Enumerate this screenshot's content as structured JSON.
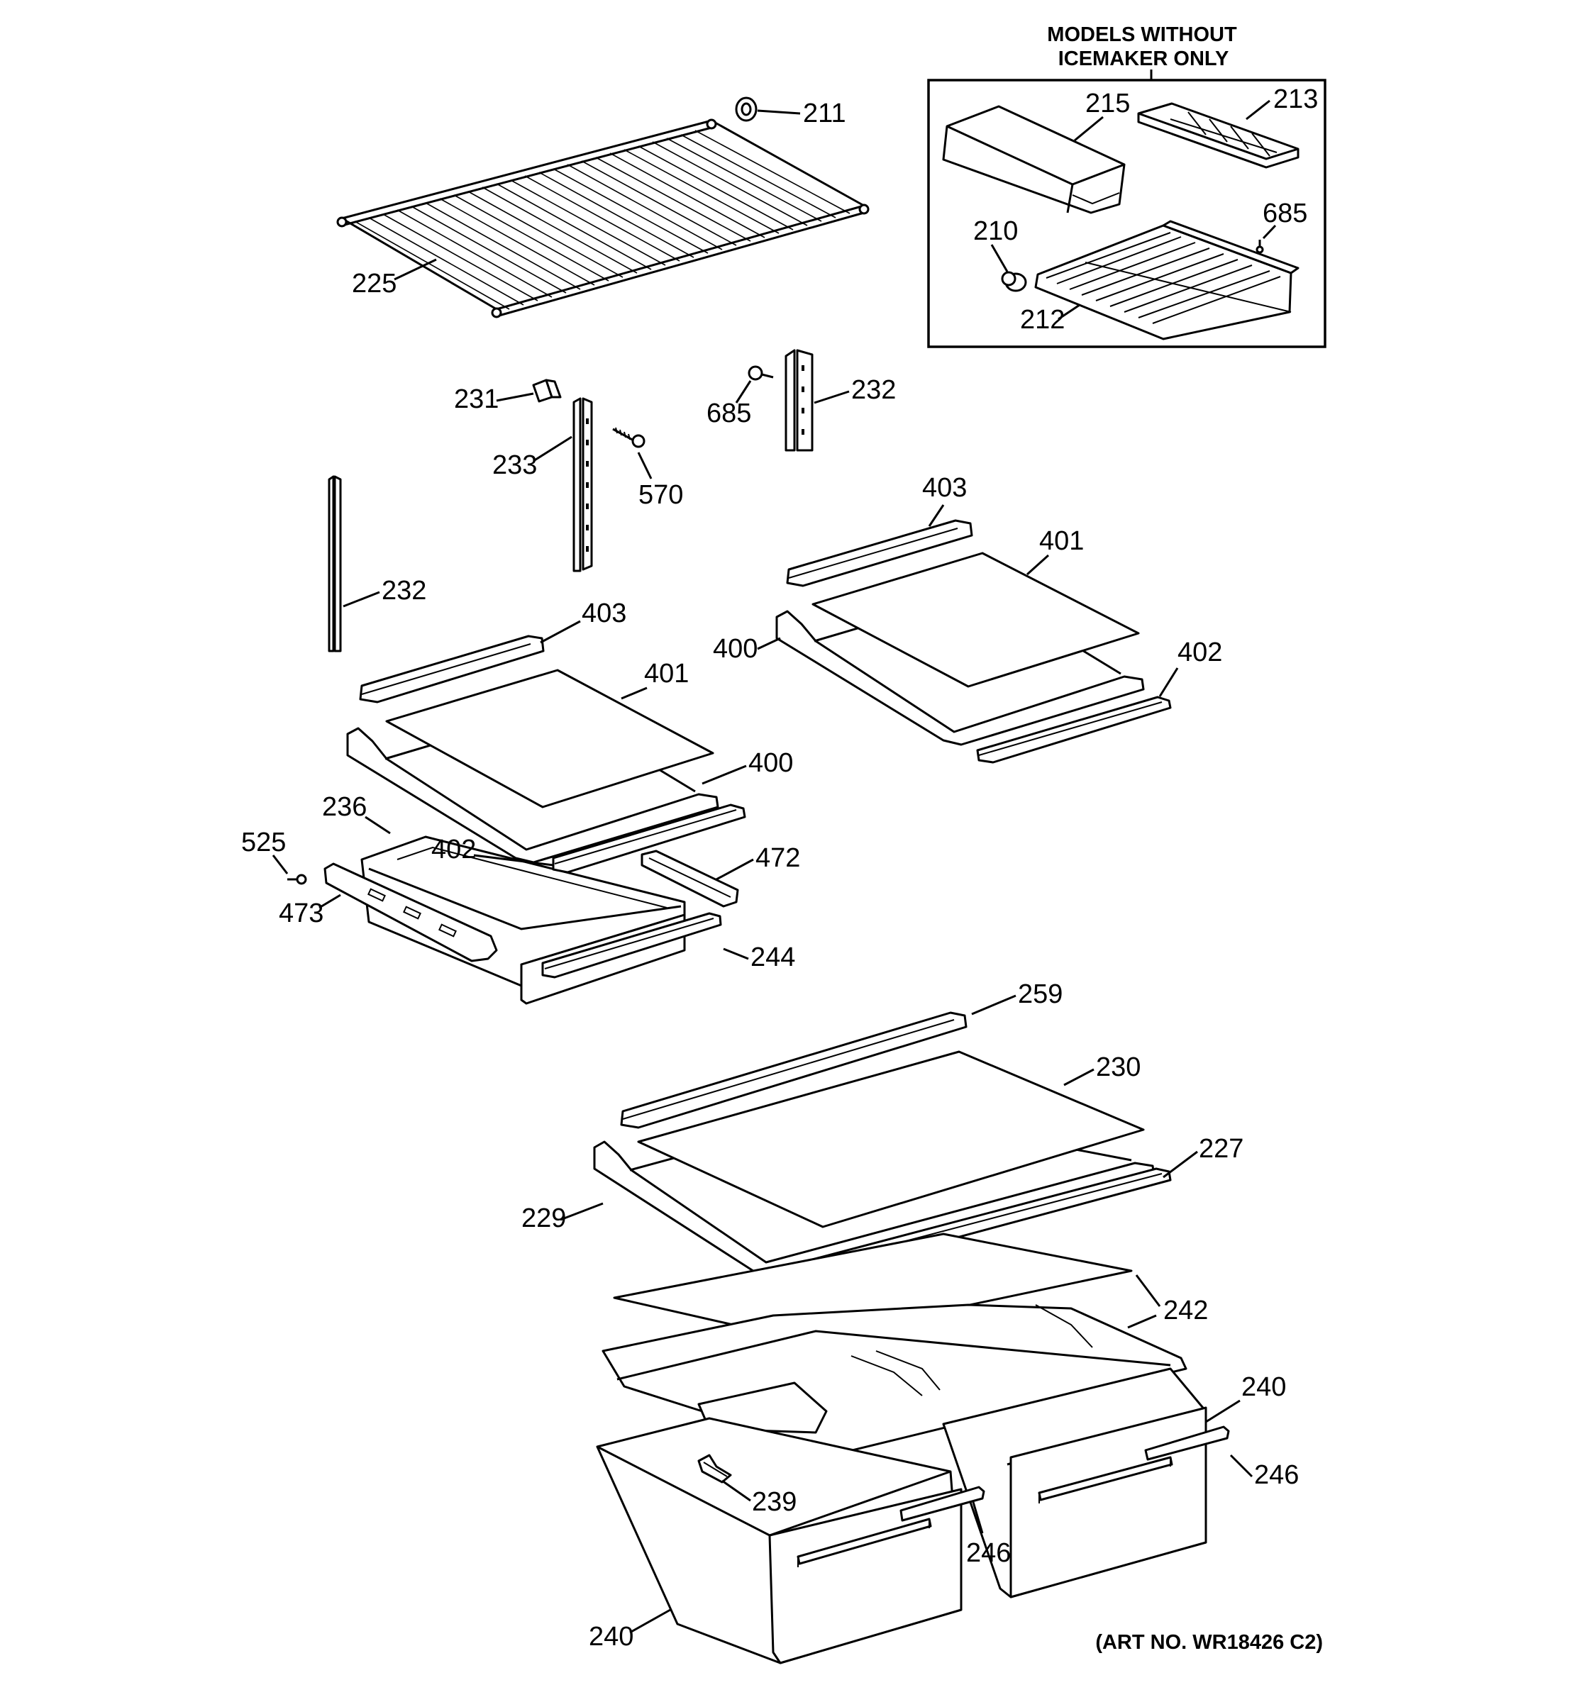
{
  "header": {
    "line1": "MODELS WITHOUT",
    "line2": "ICEMAKER ONLY"
  },
  "art_number": "(ART NO. WR18426 C2)",
  "labels": {
    "p211": "211",
    "p215": "215",
    "p213": "213",
    "p685_inset": "685",
    "p210": "210",
    "p212": "212",
    "p225": "225",
    "p231": "231",
    "p233": "233",
    "p570": "570",
    "p685": "685",
    "p232_right": "232",
    "p232_left": "232",
    "p403_right": "403",
    "p401_right": "401",
    "p400_right": "400",
    "p402_right": "402",
    "p403_left": "403",
    "p401_left": "401",
    "p400_left": "400",
    "p236": "236",
    "p525": "525",
    "p402_left": "402",
    "p472": "472",
    "p473": "473",
    "p244": "244",
    "p259": "259",
    "p230": "230",
    "p227": "227",
    "p229": "229",
    "p242": "242",
    "p240_right": "240",
    "p246_right": "246",
    "p239": "239",
    "p246_left": "246",
    "p240_left": "240"
  }
}
